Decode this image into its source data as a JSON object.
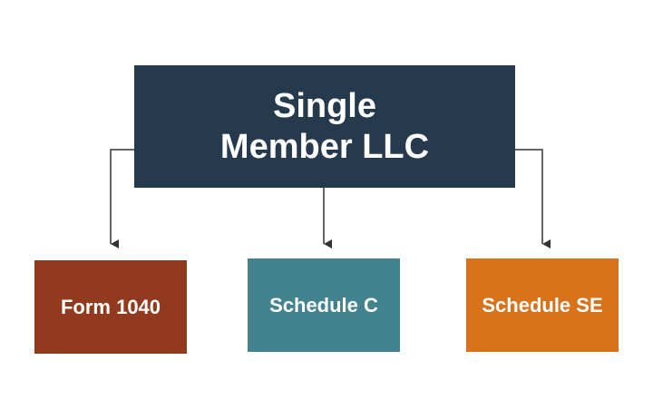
{
  "root": {
    "line1": "Single",
    "line2": "Member LLC",
    "color": "#263a4d"
  },
  "children": [
    {
      "label": "Form 1040",
      "color": "#923a1d"
    },
    {
      "label": "Schedule C",
      "color": "#43838f"
    },
    {
      "label": "Schedule SE",
      "color": "#d8731b"
    }
  ],
  "connector_color": "#333333"
}
